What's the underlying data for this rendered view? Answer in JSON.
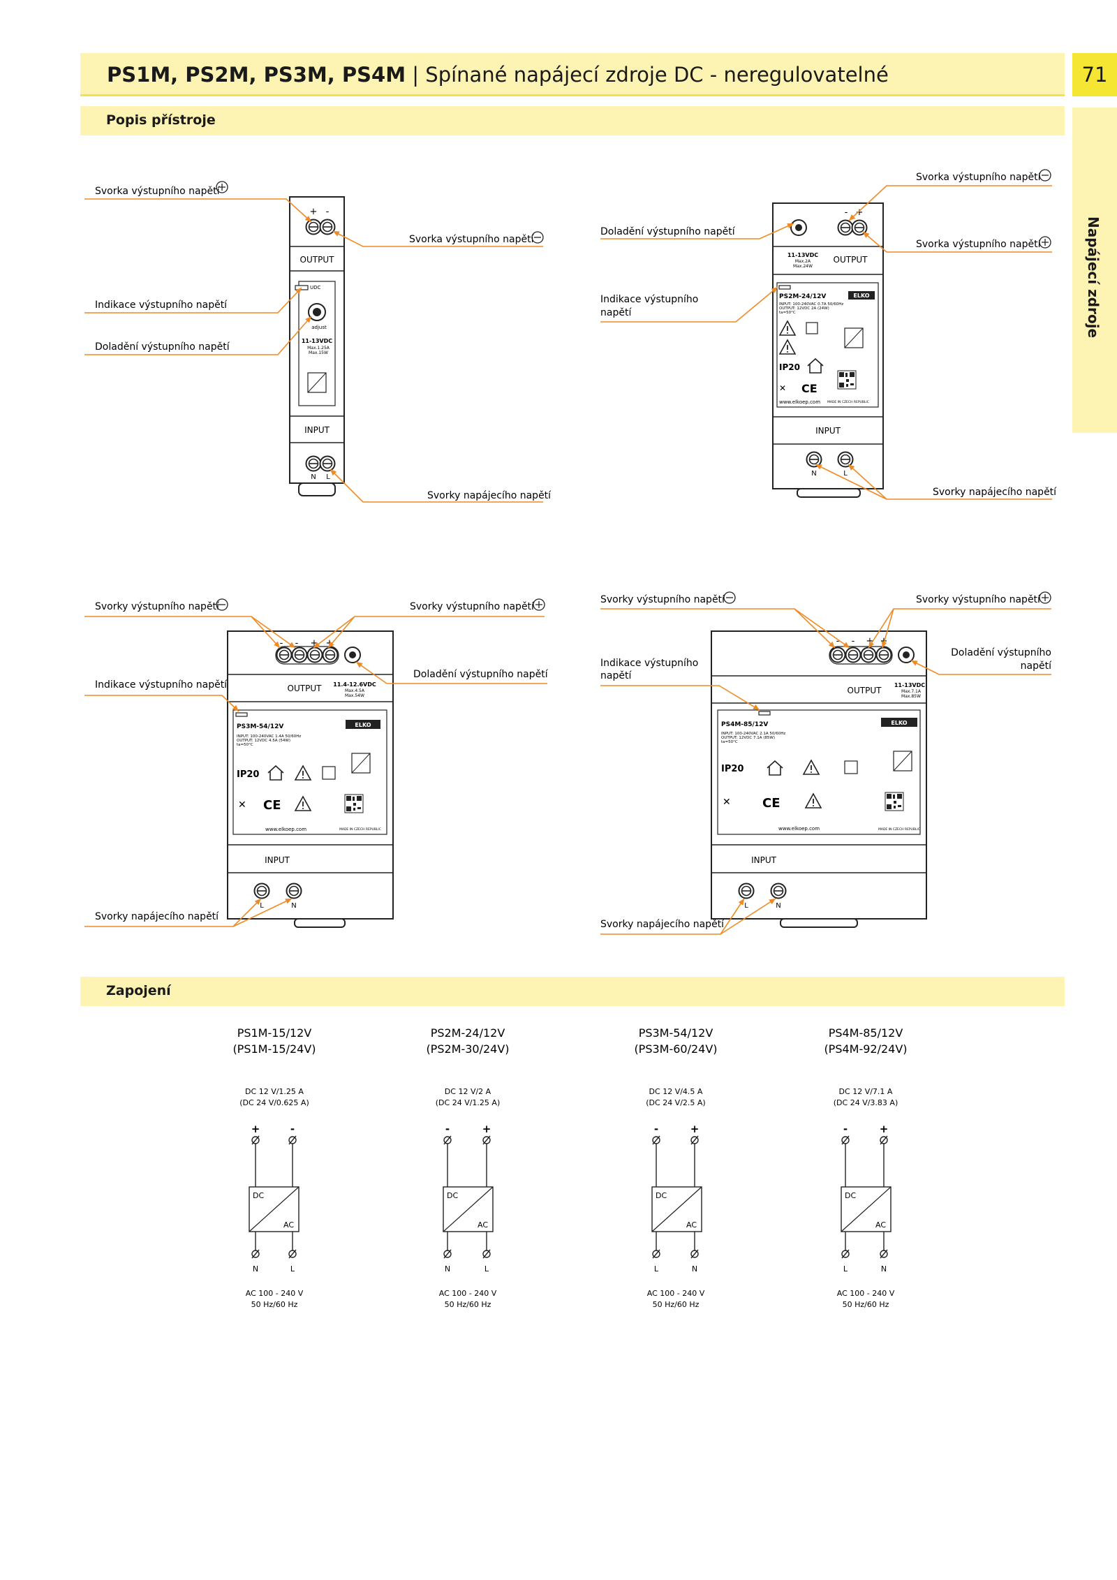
{
  "header": {
    "title_bold": "PS1M, PS2M, PS3M, PS4M",
    "separator": "|",
    "title_rest": "Spínané napájecí zdroje DC - neregulovatelné",
    "page_number": "71",
    "side_label": "Napájecí zdroje"
  },
  "sections": {
    "description": "Popis přístroje",
    "wiring": "Zapojení"
  },
  "device1": {
    "callouts": {
      "out_plus": "Svorka výstupního napětí",
      "out_minus": "Svorka výstupního napětí",
      "indication": "Indikace výstupního napětí",
      "adjust": "Doladění výstupního napětí",
      "supply": "Svorky napájecího napětí"
    },
    "terminals_top": [
      "+",
      "-"
    ],
    "terminals_bottom": [
      "N",
      "L"
    ],
    "output_label": "OUTPUT",
    "input_label": "INPUT",
    "udc_label": "UDC",
    "adjust_label": "adjust",
    "rating": [
      "11-13VDC",
      "Max.1.25A",
      "Max.15W"
    ]
  },
  "device2": {
    "callouts": {
      "out_minus": "Svorka výstupního napětí",
      "out_plus": "Svorka výstupního napětí",
      "adjust": "Doladění výstupního napětí",
      "indication": [
        "Indikace výstupního",
        "napětí"
      ],
      "supply": "Svorky napájecího napětí"
    },
    "terminals_top": [
      "-",
      "+"
    ],
    "terminals_bottom": [
      "N",
      "L"
    ],
    "output_label": "OUTPUT",
    "input_label": "INPUT",
    "rating": [
      "11-13VDC",
      "Max.2A",
      "Max.24W"
    ],
    "model": "PS2M-24/12V",
    "brand": "ELKO",
    "specs": [
      "INPUT: 100-240VAC  0.7A  50/60Hz",
      "OUTPUT: 12VDC  2A (24W)",
      "ta=50°C"
    ],
    "ip": "IP20",
    "web": "www.elkoep.com",
    "made": "MADE IN CZECH REPUBLIC"
  },
  "device3": {
    "callouts": {
      "out_minus": "Svorky výstupního napětí",
      "out_plus": "Svorky výstupního napětí",
      "adjust": "Doladění výstupního napětí",
      "indication": "Indikace výstupního napětí",
      "supply": "Svorky napájecího napětí"
    },
    "terminals_top": [
      "-",
      "-",
      "+",
      "+"
    ],
    "terminals_bottom": [
      "L",
      "N"
    ],
    "output_label": "OUTPUT",
    "input_label": "INPUT",
    "rating": [
      "11.4-12.6VDC",
      "Max.4.5A",
      "Max.54W"
    ],
    "model": "PS3M-54/12V",
    "brand": "ELKO",
    "specs": [
      "INPUT: 100-240VAC  1.4A  50/60Hz",
      "OUTPUT: 12VDC  4.5A (54W)",
      "ta=50°C"
    ],
    "ip": "IP20",
    "web": "www.elkoep.com",
    "made": "MADE IN CZECH REPUBLIC"
  },
  "device4": {
    "callouts": {
      "out_minus": "Svorky výstupního napětí",
      "out_plus": "Svorky výstupního napětí",
      "adjust": [
        "Doladění výstupního",
        "napětí"
      ],
      "indication": [
        "Indikace výstupního",
        "napětí"
      ],
      "supply": "Svorky napájecího napětí"
    },
    "terminals_top": [
      "-",
      "-",
      "+",
      "+"
    ],
    "terminals_bottom": [
      "L",
      "N"
    ],
    "output_label": "OUTPUT",
    "input_label": "INPUT",
    "rating": [
      "11-13VDC",
      "Max.7.1A",
      "Max.85W"
    ],
    "model": "PS4M-85/12V",
    "brand": "ELKO",
    "specs": [
      "INPUT: 100-240VAC  2.1A  50/60Hz",
      "OUTPUT: 12VDC  7.1A (85W)",
      "ta=50°C"
    ],
    "ip": "IP20",
    "web": "www.elkoep.com",
    "made": "MADE IN CZECH REPUBLIC"
  },
  "wiring": [
    {
      "model": "PS1M-15/12V",
      "model_alt": "(PS1M-15/24V)",
      "dc": "DC 12 V/1.25 A",
      "dc_alt": "(DC 24 V/0.625 A)",
      "top": [
        "+",
        "-"
      ],
      "bottom": [
        "N",
        "L"
      ],
      "dc_label": "DC",
      "ac_label": "AC",
      "ac": "AC 100 - 240 V",
      "freq": "50 Hz/60 Hz"
    },
    {
      "model": "PS2M-24/12V",
      "model_alt": "(PS2M-30/24V)",
      "dc": "DC 12 V/2 A",
      "dc_alt": "(DC 24 V/1.25 A)",
      "top": [
        "-",
        "+"
      ],
      "bottom": [
        "N",
        "L"
      ],
      "dc_label": "DC",
      "ac_label": "AC",
      "ac": "AC 100 - 240 V",
      "freq": "50 Hz/60 Hz"
    },
    {
      "model": "PS3M-54/12V",
      "model_alt": "(PS3M-60/24V)",
      "dc": "DC 12 V/4.5 A",
      "dc_alt": "(DC 24 V/2.5 A)",
      "top": [
        "-",
        "+"
      ],
      "bottom": [
        "L",
        "N"
      ],
      "dc_label": "DC",
      "ac_label": "AC",
      "ac": "AC 100 - 240 V",
      "freq": "50 Hz/60 Hz"
    },
    {
      "model": "PS4M-85/12V",
      "model_alt": "(PS4M-92/24V)",
      "dc": "DC 12 V/7.1 A",
      "dc_alt": "(DC 24 V/3.83 A)",
      "top": [
        "-",
        "+"
      ],
      "bottom": [
        "L",
        "N"
      ],
      "dc_label": "DC",
      "ac_label": "AC",
      "ac": "AC 100 - 240 V",
      "freq": "50 Hz/60 Hz"
    }
  ],
  "colors": {
    "accent_orange": "#f08a24",
    "header_bg": "#fdf3b3",
    "page_num_bg": "#f5e633"
  }
}
